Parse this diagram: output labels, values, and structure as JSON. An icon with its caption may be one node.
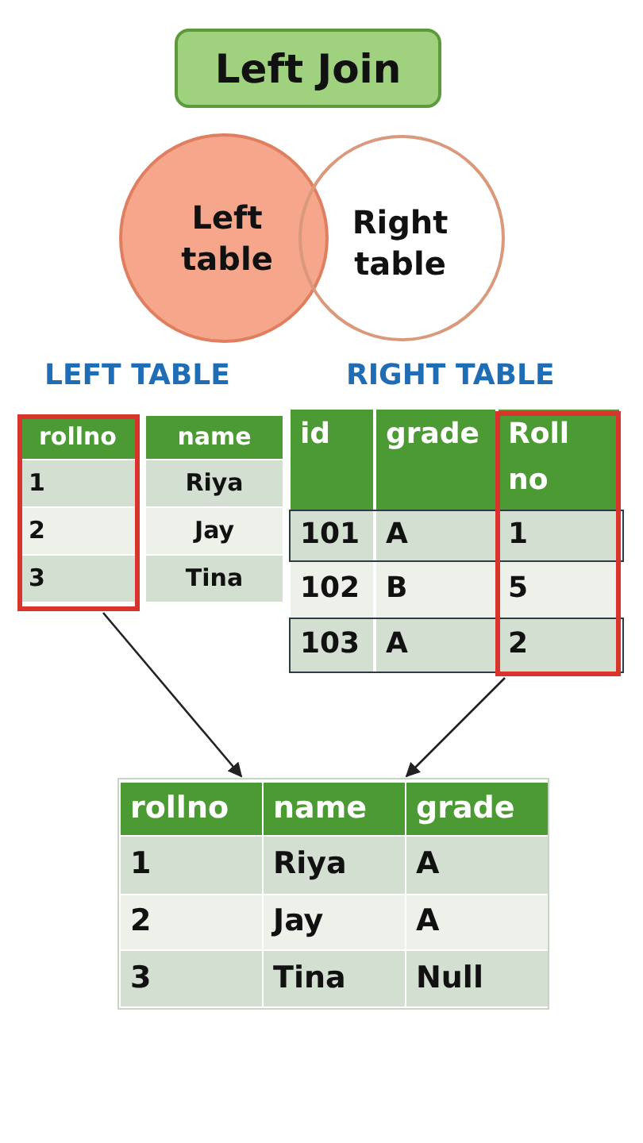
{
  "diagram": {
    "title": "Left Join",
    "nodes": [
      {
        "text": [
          "Left table"
        ]
      },
      {
        "text": [
          "Right table"
        ]
      },
      {
        "text": [
          "LEFT TABLE"
        ]
      },
      {
        "text": [
          "RIGHT TABLE"
        ]
      },
      {
        "text": [],
        "shape": "box"
      }
    ],
    "edges": [
      {
        "from": 2,
        "to": 4,
        "arrow": "to"
      },
      {
        "from": 3,
        "to": 4,
        "arrow": "to"
      }
    ],
    "labels": [
      "rollno",
      "name",
      "1",
      "Riya",
      "2",
      "Jay",
      "3",
      "Tina",
      "id",
      "grade",
      "Roll no",
      "101",
      "A",
      "1",
      "102",
      "B",
      "5",
      "103",
      "A",
      "2",
      "rollno",
      "name",
      "grade",
      "1",
      "Riya",
      "A",
      "2",
      "Jay",
      "A",
      "3",
      "Tina",
      "Null"
    ]
  }
}
